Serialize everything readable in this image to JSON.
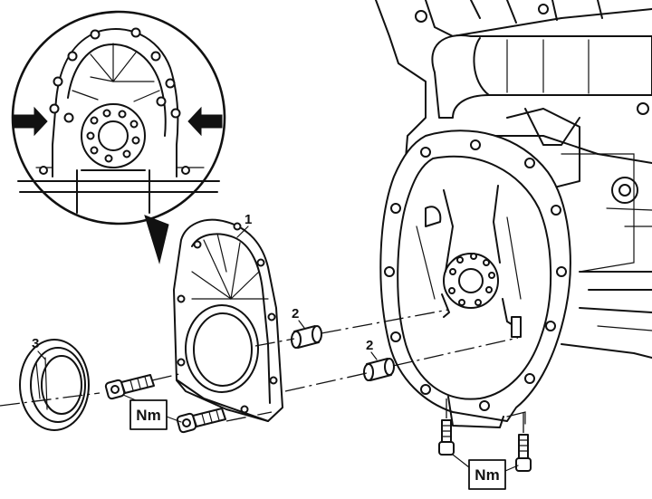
{
  "callouts": [
    {
      "id": "1",
      "text": "1"
    },
    {
      "id": "2a",
      "text": "2"
    },
    {
      "id": "2b",
      "text": "2"
    },
    {
      "id": "3",
      "text": "3"
    }
  ],
  "torque_labels": [
    {
      "id": "left",
      "text": "Nm"
    },
    {
      "id": "bottom",
      "text": "Nm"
    }
  ],
  "detail_arrows": [
    "arrow-right-icon",
    "arrow-left-icon"
  ],
  "colors": {
    "ink": "#111111",
    "paper": "#ffffff"
  }
}
